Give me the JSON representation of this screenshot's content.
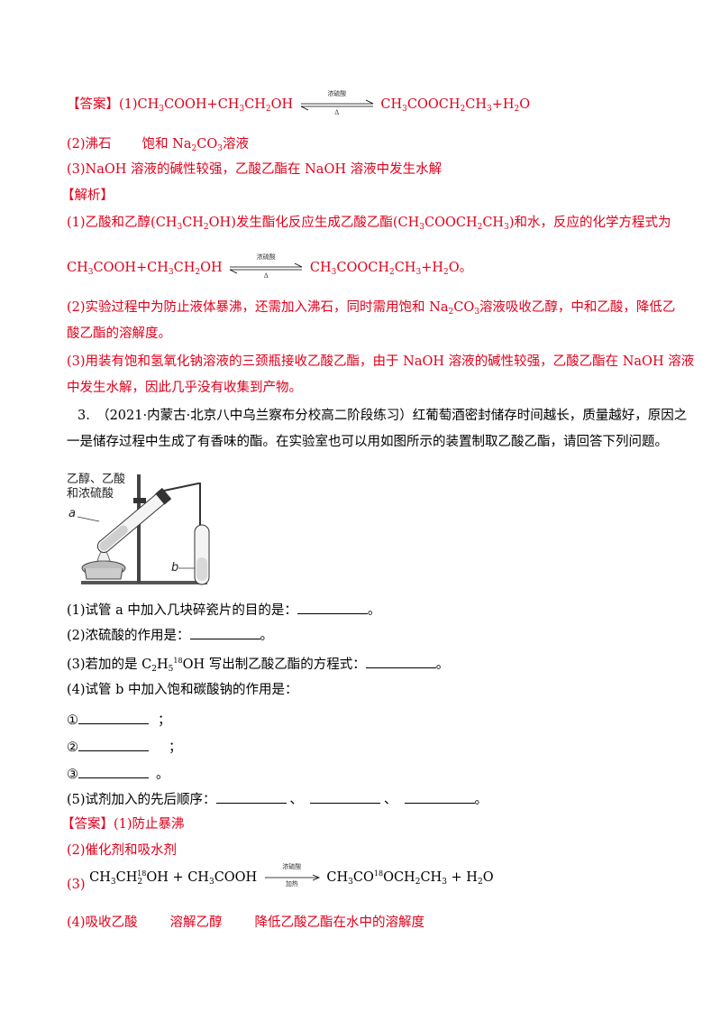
{
  "answer1": {
    "label": "【答案】",
    "num": "(1)",
    "reactant_a": "CH",
    "r3": "3",
    "reactant_a2": "COOH+CH",
    "r3b": "3",
    "reactant_b": "CH",
    "r2": "2",
    "reactant_b2": "OH",
    "cond_top": "浓硫酸",
    "cond_bottom": "Δ",
    "product_a": "CH",
    "p3": "3",
    "product_a2": "COOCH",
    "p2": "2",
    "product_a3": "CH",
    "p3b": "3",
    "product_b": "+H",
    "p2b": "2",
    "product_c": "O"
  },
  "answer2": {
    "num": "(2)沸石",
    "text": "饱和 Na",
    "s2": "2",
    "text2": "CO",
    "s3": "3",
    "text3": "溶液"
  },
  "answer3": "(3)NaOH 溶液的碱性较强，乙酸乙酯在 NaOH 溶液中发生水解",
  "analysis": {
    "label": "【解析】",
    "p1": {
      "a": "(1)乙酸和乙醇(CH",
      "a3": "3",
      "b": "CH",
      "b2": "2",
      "c": "OH)发生酯化反应生成乙酸乙酯(CH",
      "c3": "3",
      "d": "COOCH",
      "d2": "2",
      "e": "CH",
      "e3": "3",
      "f": ")和水，反应的化学方程式为"
    },
    "eq": {
      "a": "CH",
      "a3": "3",
      "b": "COOH+CH",
      "b3": "3",
      "c": "CH",
      "c2": "2",
      "d": "OH",
      "cond_top": "浓硫酸",
      "cond_bottom": "Δ",
      "e": "CH",
      "e3": "3",
      "f": "COOCH",
      "f2": "2",
      "g": "CH",
      "g3": "3",
      "h": "+H",
      "h2": "2",
      "i": "O。"
    },
    "p2a": {
      "a": "(2)实验过程中为防止液体暴沸，还需加入沸石，同时需用饱和 Na",
      "s2": "2",
      "b": "CO",
      "s3": "3",
      "c": "溶液吸收乙醇，中和乙酸，降低乙"
    },
    "p2b": "酸乙酯的溶解度。",
    "p3a": "(3)用装有饱和氢氧化钠溶液的三颈瓶接收乙酸乙酯，由于 NaOH 溶液的碱性较强，乙酸乙酯在 NaOH 溶液",
    "p3b": "中发生水解，因此几乎没有收集到产物。"
  },
  "question3": {
    "line1": "3.　（2021·内蒙古·北京八中乌兰察布分校高二阶段练习）红葡萄酒密封储存时间越长，质量越好，原因之",
    "line2": "一是储存过程中生成了有香味的酯。在实验室也可以用如图所示的装置制取乙酸乙酯，请回答下列问题。",
    "figure": {
      "label_top1": "乙醇、乙酸",
      "label_top2": "和浓硫酸",
      "label_a": "a",
      "label_b": "b"
    },
    "q1": {
      "text": "(1)试管 a 中加入几块碎瓷片的目的是：",
      "end": "。"
    },
    "q2": {
      "text": "(2)浓硫酸的作用是：",
      "end": "。"
    },
    "q3": {
      "a": "(3)若加的是 C",
      "s2": "2",
      "b": "H",
      "s5": "5",
      "sup18": "18",
      "c": "OH 写出制乙酸乙酯的方程式：",
      "end": "。"
    },
    "q4": "(4)试管 b 中加入饱和碳酸钠的作用是：",
    "c1": {
      "mark": "①",
      "end": "；"
    },
    "c2": {
      "mark": "②",
      "end": "；"
    },
    "c3": {
      "mark": "③",
      "end": "。"
    },
    "q5": {
      "text": "(5)试剂加入的先后顺序：",
      "sep1": "、",
      "sep2": "、",
      "end": "。"
    }
  },
  "answer_q3": {
    "label": "【答案】",
    "a1": "(1)防止暴沸",
    "a2": "(2)催化剂和吸水剂",
    "a3": {
      "num": "(3)",
      "eq_a": "CH",
      "eq_a3": "3",
      "eq_b": "CH",
      "eq_b18": "18",
      "eq_b2": "2",
      "eq_c": "OH + CH",
      "eq_c3": "3",
      "eq_d": "COOH",
      "cond_top": "浓硫酸",
      "cond_bottom": "加热",
      "eq_e": "CH",
      "eq_e3": "3",
      "eq_f": "CO",
      "eq_f18": "18",
      "eq_g": "OCH",
      "eq_g2": "2",
      "eq_h": "CH",
      "eq_h3": "3",
      "eq_i": " + H",
      "eq_i2": "2",
      "eq_j": "O"
    },
    "a4": {
      "a": "(4)吸收乙酸",
      "b": "溶解乙醇",
      "c": "降低乙酸乙酯在水中的溶解度"
    }
  },
  "colors": {
    "answer_red": "#e0001b",
    "text": "#000000"
  }
}
